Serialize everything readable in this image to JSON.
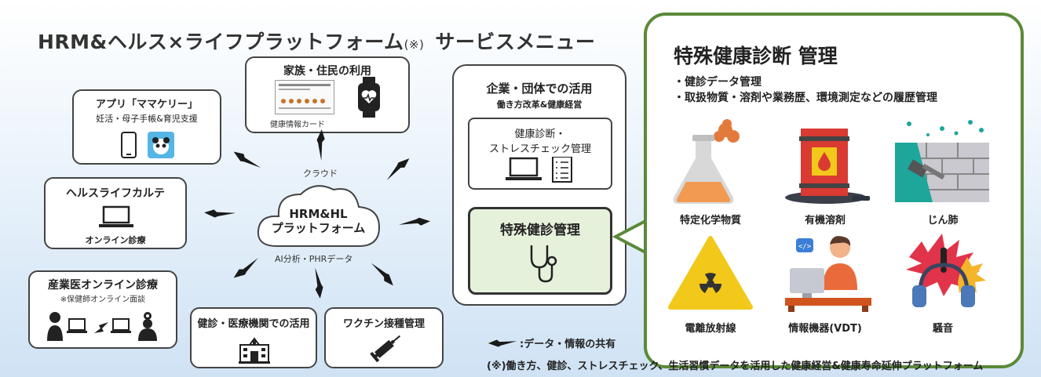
{
  "title": {
    "main": "HRM&ヘルス×ライフプラットフォーム",
    "mark": "(※)",
    "sub": "サービスメニュー"
  },
  "family": {
    "title": "家族・住民の利用",
    "card_label": "健康情報カード"
  },
  "app": {
    "title": "アプリ「ママケリー」",
    "sub": "妊活・母子手帳&育児支援"
  },
  "karte": {
    "title": "ヘルスライフカルテ",
    "sub": "オンライン診療"
  },
  "occ": {
    "title": "産業医オンライン診療",
    "sub": "※保健師オンライン面談"
  },
  "clinic": {
    "title": "健診・医療機関での活用"
  },
  "vaccine": {
    "title": "ワクチン接種管理"
  },
  "cloud": {
    "line1": "HRM&HL",
    "line2": "プラットフォーム",
    "top": "クラウド",
    "bottom": "AI分析・PHRデータ"
  },
  "corp": {
    "title": "企業・団体での活用",
    "sub": "働き方改革&健康経営",
    "checkup": "健康診断・",
    "checkup2": "ストレスチェック管理",
    "special": "特殊健診管理"
  },
  "panel": {
    "title": "特殊健康診断 管理",
    "bullet1": "・健診データ管理",
    "bullet2": "・取扱物質・溶剤や業務歴、環境測定などの履歴管理",
    "items": [
      {
        "label": "特定化学物質",
        "icon": "flask-icon"
      },
      {
        "label": "有機溶剤",
        "icon": "barrel-icon"
      },
      {
        "label": "じん肺",
        "icon": "wall-hammer-icon"
      },
      {
        "label": "電離放射線",
        "icon": "radiation-icon"
      },
      {
        "label": "情報機器(VDT)",
        "icon": "computer-worker-icon"
      },
      {
        "label": "騒音",
        "icon": "headphones-icon"
      }
    ]
  },
  "legend": ":データ・情報の共有",
  "note": "(※)働き方、健診、ストレスチェック、生活習慣データを活用した健康経営&健康寿命延伸プラットフォーム",
  "colors": {
    "panel_border": "#5a8a38",
    "special_bg": "#e6f1dc",
    "arrow": "#1a1a1a",
    "cloud_stroke": "#444"
  }
}
